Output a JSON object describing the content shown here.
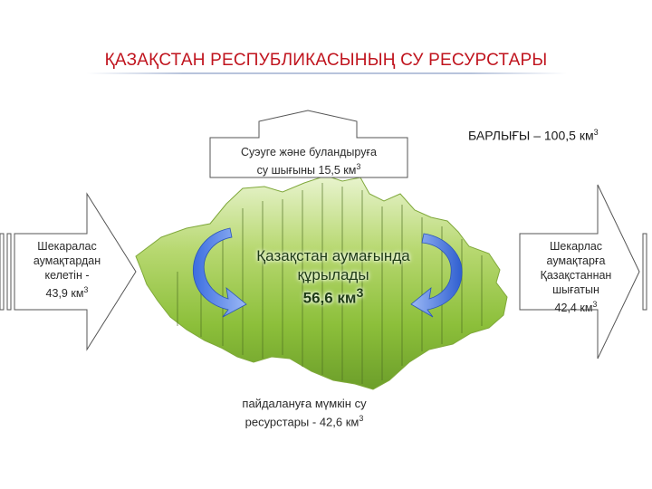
{
  "title": "ҚАЗАҚСТАН РЕСПУБЛИКАСЫНЫҢ СУ РЕСУРСТАРЫ",
  "total": {
    "label": "БАРЛЫҒЫ – 100,5 км",
    "sup": "3"
  },
  "top_box": {
    "line1": "Суэуге және буландыруға",
    "line2": "су шығыны 15,5 км",
    "sup": "3"
  },
  "left_arrow": {
    "line1": "Шекаралас",
    "line2": "аумақтардан",
    "line3": "келетін -",
    "line4": "43,9 км",
    "sup": "3"
  },
  "right_arrow": {
    "line1": "Шекарлас",
    "line2": "аумақтарға",
    "line3": "Қазақстаннан",
    "line4": "шығатын",
    "line5": "42,4 км",
    "sup": "3"
  },
  "center": {
    "line1": "Қазақстан аумағында",
    "line2": "құрылады",
    "line3": "56,6 км",
    "sup": "3"
  },
  "bottom": {
    "line1": "пайдалануға мүмкін су",
    "line2": "ресурстары - 42,6 км",
    "sup": "3"
  },
  "colors": {
    "title": "#c0141e",
    "arrow_blue": "#3f6fe0",
    "forest": "#8cbf3a"
  }
}
